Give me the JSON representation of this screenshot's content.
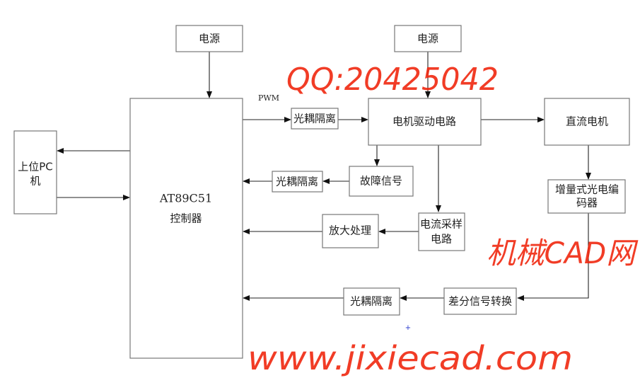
{
  "blocks": {
    "power1": "电源",
    "power2": "电源",
    "controller_model": "AT89C51",
    "controller_label": "控制器",
    "pc_line1": "上位PC",
    "pc_line2": "机",
    "pwm": "PWM",
    "opto1": "光耦隔离",
    "motor_driver": "电机驱动电路",
    "dc_motor": "直流电机",
    "encoder_line1": "增量式光电编",
    "encoder_line2": "码器",
    "opto2": "光耦隔离",
    "fault": "故障信号",
    "amplify": "放大处理",
    "current_line1": "电流采样",
    "current_line2": "电路",
    "opto3": "光耦隔离",
    "differential": "差分信号转换"
  },
  "watermark": {
    "line1": "机械CAD网",
    "line2": "www.jixiecad.com",
    "line3": "QQ:20425042"
  }
}
